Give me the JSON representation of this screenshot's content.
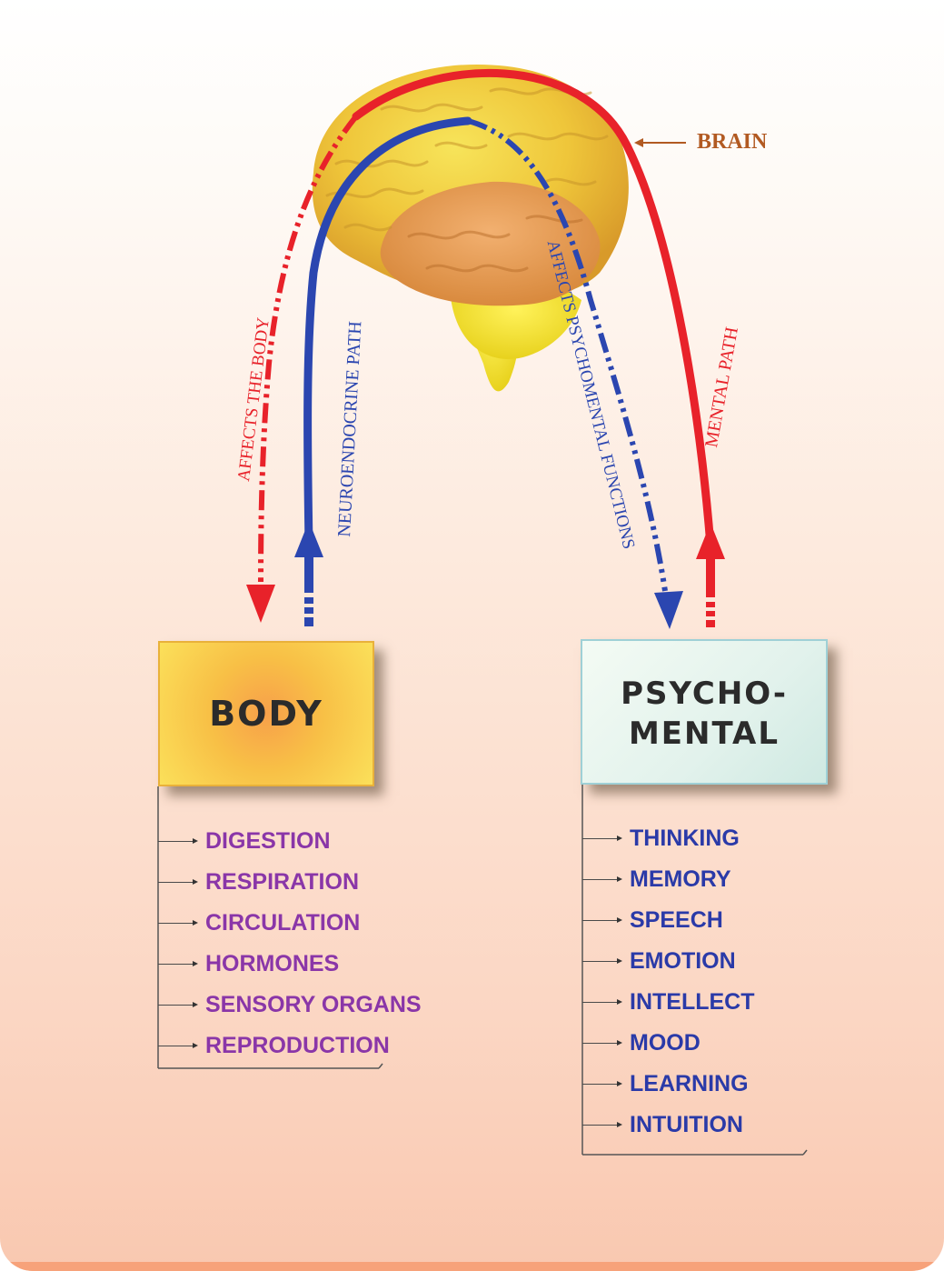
{
  "brain_label": "BRAIN",
  "paths": {
    "affects_body": "AFFECTS THE BODY",
    "neuroendocrine": "NEUROENDOCRINE PATH",
    "affects_psychomental": "AFFECTS PSYCHOMENTAL FUNCTIONS",
    "mental": "MENTAL PATH"
  },
  "body_box": {
    "title": "BODY"
  },
  "psychomental_box": {
    "line1": "PSYCHO-",
    "line2": "MENTAL"
  },
  "body_functions": [
    "DIGESTION",
    "RESPIRATION",
    "CIRCULATION",
    "HORMONES",
    "SENSORY ORGANS",
    "REPRODUCTION"
  ],
  "psychomental_functions": [
    "THINKING",
    "MEMORY",
    "SPEECH",
    "EMOTION",
    "INTELLECT",
    "MOOD",
    "LEARNING",
    "INTUITION"
  ],
  "colors": {
    "red_path": "#e8222a",
    "blue_path": "#2b46b0",
    "body_text": "#8a36a8",
    "psy_text": "#2a3aa8",
    "brain_label": "#b25a22"
  }
}
